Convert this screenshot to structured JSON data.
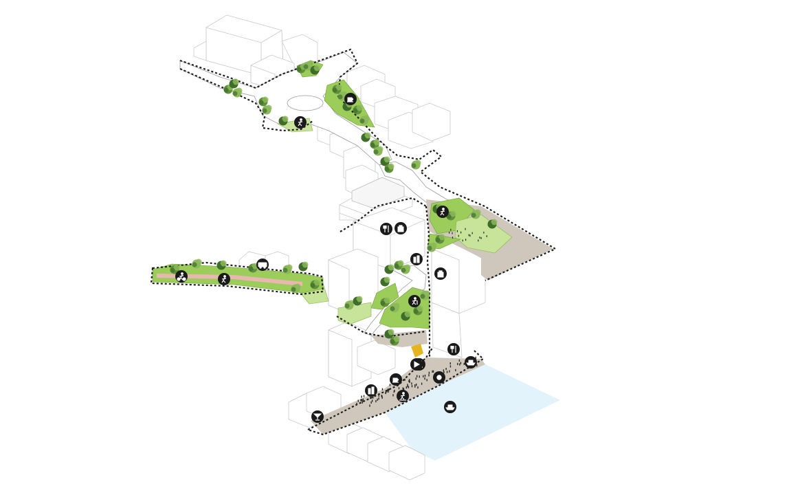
{
  "diagram": {
    "style": "axonometric urban masterplan",
    "colors": {
      "boundary": "#1e1e1e",
      "paving": "#cfc7bb",
      "lawn": "#9ccc5a",
      "lawn_light": "#c8e39a",
      "water": "#e3f3fb",
      "bike_lane": "#e8b8b0",
      "icon_bg": "#1a1a1a",
      "accent": "#e4b521"
    },
    "icons": [
      {
        "id": "north-plaza-walk",
        "symbol": "pedestrian-icon"
      },
      {
        "id": "north-cafe",
        "symbol": "coffee-icon"
      },
      {
        "id": "green-park-walk",
        "symbol": "pedestrian-icon"
      },
      {
        "id": "mid-restaurant",
        "symbol": "fork-knife-icon"
      },
      {
        "id": "mid-shop",
        "symbol": "shopping-bag-icon"
      },
      {
        "id": "mid-drinks",
        "symbol": "bottles-icon"
      },
      {
        "id": "west-bus",
        "symbol": "bus-icon"
      },
      {
        "id": "west-bike",
        "symbol": "cyclist-icon"
      },
      {
        "id": "west-walk",
        "symbol": "pedestrian-icon"
      },
      {
        "id": "luggage",
        "symbol": "suitcase-icon"
      },
      {
        "id": "senior-walk",
        "symbol": "elderly-walker-icon"
      },
      {
        "id": "waterfront-restaurant",
        "symbol": "fork-knife-icon"
      },
      {
        "id": "waterfront-boat",
        "symbol": "boat-icon"
      },
      {
        "id": "waterfront-leisure",
        "symbol": "sunbathing-icon"
      },
      {
        "id": "waterfront-cafe",
        "symbol": "coffee-icon"
      },
      {
        "id": "waterfront-bar",
        "symbol": "bottles-icon"
      },
      {
        "id": "waterfront-skate",
        "symbol": "skater-icon"
      },
      {
        "id": "waterfront-sun",
        "symbol": "sun-icon"
      },
      {
        "id": "cocktail-bar",
        "symbol": "cocktail-icon"
      },
      {
        "id": "harbour-ferry",
        "symbol": "ferry-icon"
      },
      {
        "id": "waterfront-play",
        "symbol": "play-icon"
      }
    ]
  }
}
